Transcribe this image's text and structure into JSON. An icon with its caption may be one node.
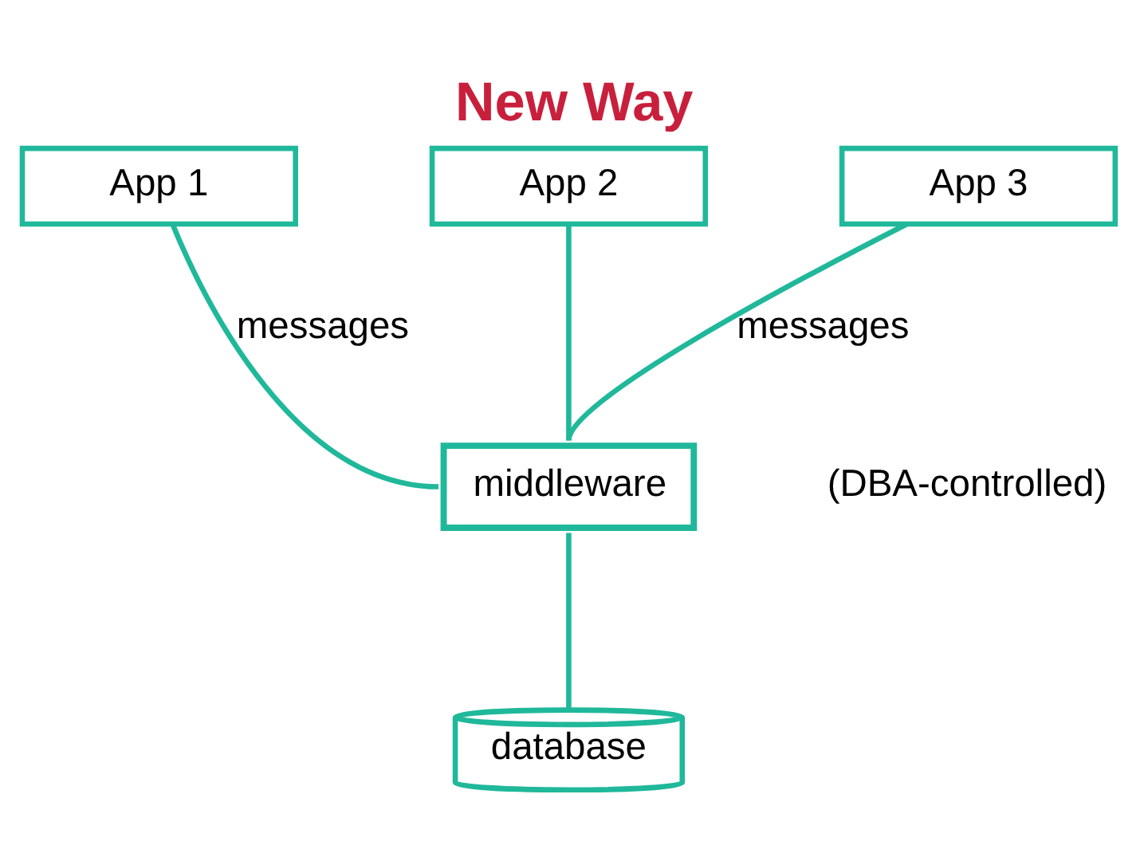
{
  "diagram": {
    "title": "New Way",
    "nodes": [
      {
        "text": [
          "App 1"
        ]
      },
      {
        "text": [
          "App 2"
        ]
      },
      {
        "text": [
          "App 3"
        ]
      },
      {
        "text": [
          "middleware"
        ],
        "beside": [
          "(DBA-controlled)"
        ]
      },
      {
        "text": [
          "database"
        ]
      }
    ],
    "edges": [
      {
        "from": 0,
        "to": 3,
        "arrow": "none",
        "label": "messages"
      },
      {
        "from": 1,
        "to": 3,
        "arrow": "none"
      },
      {
        "from": 2,
        "to": 3,
        "arrow": "none",
        "label": "messages"
      },
      {
        "from": 3,
        "to": 4,
        "arrow": "none"
      }
    ]
  }
}
